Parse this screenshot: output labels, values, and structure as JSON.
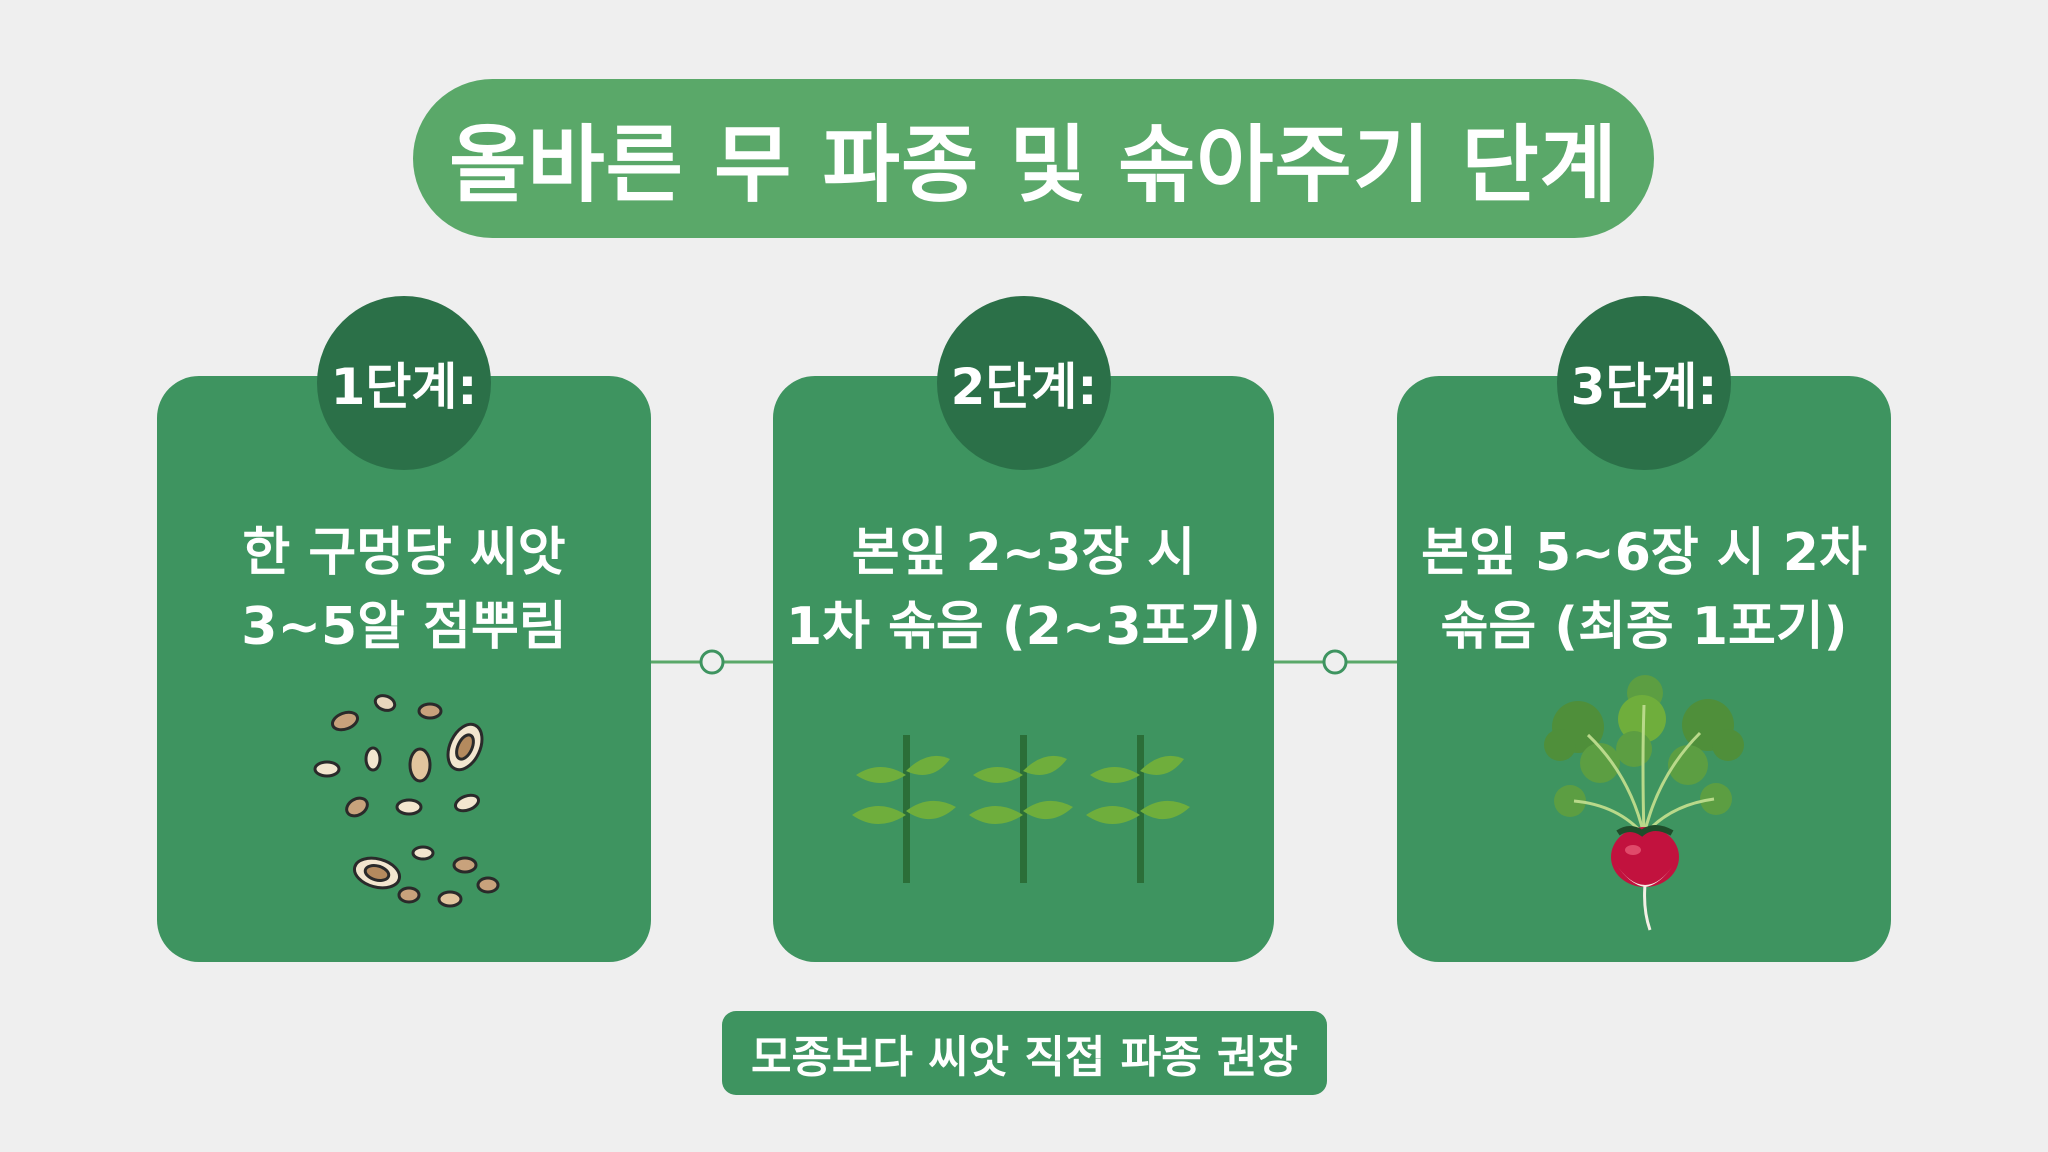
{
  "title": "올바른 무 파종 및 솎아주기 단계",
  "steps": [
    {
      "badge": "1단계:",
      "line1": "한 구멍당 씨앗",
      "line2": "3~5알 점뿌림",
      "illustration_icon": "seeds-icon"
    },
    {
      "badge": "2단계:",
      "line1": "본잎 2~3장 시",
      "line2": "1차 솎음 (2~3포기)",
      "illustration_icon": "seedlings-icon"
    },
    {
      "badge": "3단계:",
      "line1": "본잎 5~6장 시 2차",
      "line2": "솎음 (최종 1포기)",
      "illustration_icon": "radish-icon"
    }
  ],
  "footer": "모종보다 씨앗 직접 파종 권장",
  "colors": {
    "background": "#efefef",
    "title_pill": "#5aa869",
    "card": "#3e9460",
    "badge": "#2b7048",
    "text": "#ffffff"
  }
}
